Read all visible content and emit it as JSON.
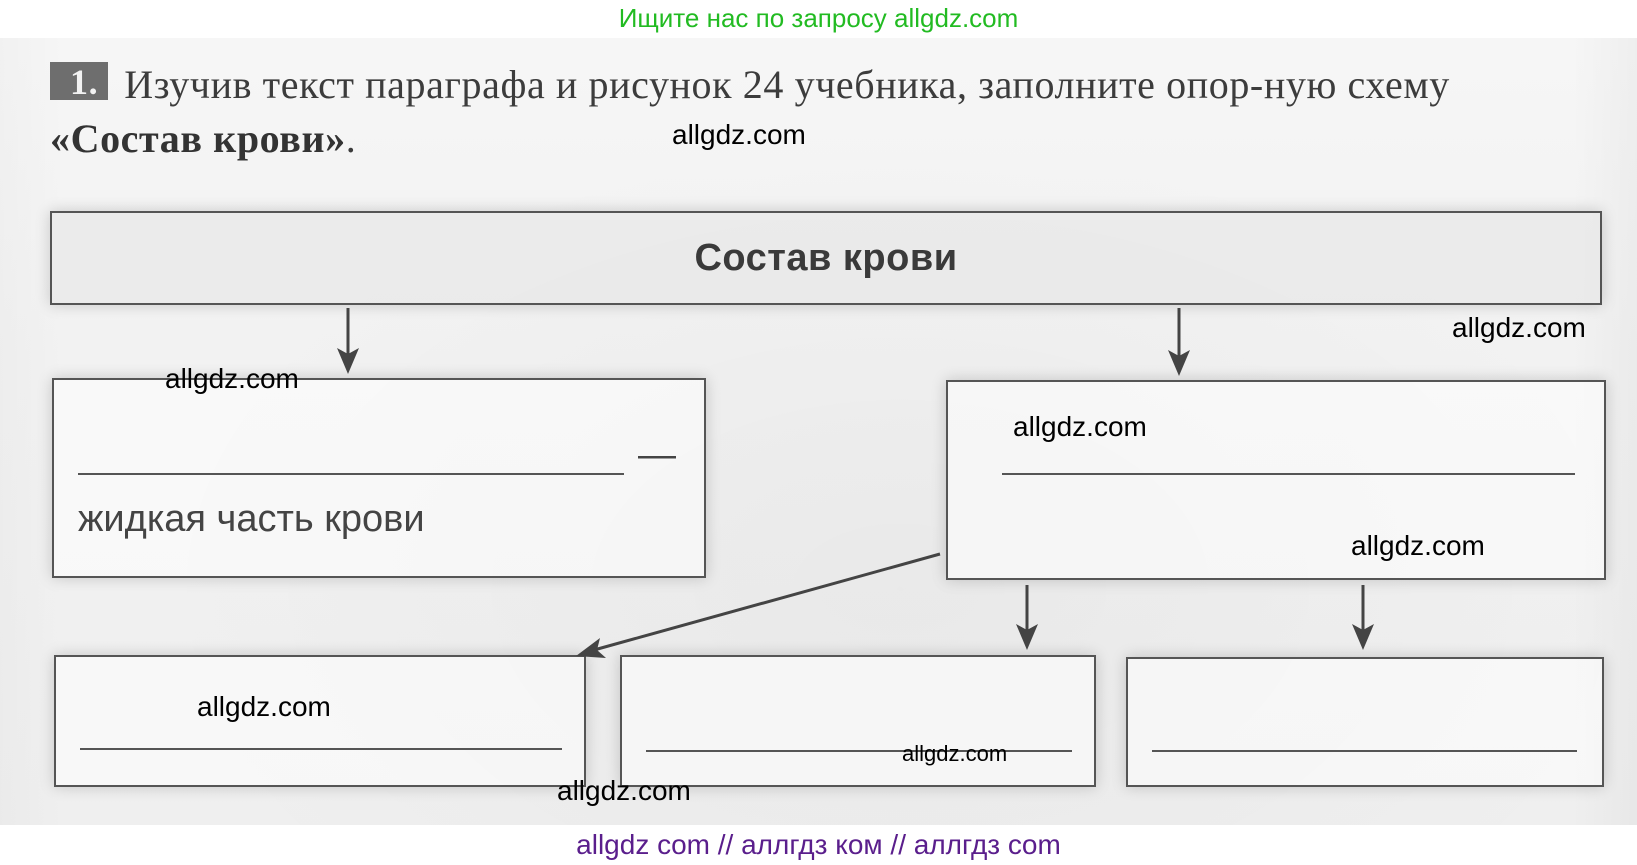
{
  "banners": {
    "top": "Ищите нас по запросу allgdz.com",
    "bottom": "allgdz com  //  аллгдз ком  //  аллгдз com"
  },
  "task": {
    "number": "1.",
    "text_part1": "Изучив текст параграфа и рисунок 24 учебника, заполните опор-ную схему ",
    "text_bold": "«Состав крови»",
    "text_end": "."
  },
  "diagram": {
    "title": "Состав крови",
    "left_box": {
      "blank": "",
      "dash": "—",
      "caption": "жидкая часть крови"
    },
    "right_box": {
      "blank": ""
    },
    "bottom_boxes": [
      {
        "blank": ""
      },
      {
        "blank": ""
      },
      {
        "blank": ""
      }
    ]
  },
  "watermarks": [
    "allgdz.com",
    "allgdz.com",
    "allgdz.com",
    "allgdz.com",
    "allgdz.com",
    "allgdz.com",
    "allgdz.com",
    "allgdz.com"
  ],
  "colors": {
    "top_banner": "#22bb22",
    "bottom_banner": "#5a1e8c",
    "badge": "#6e6e6e",
    "box_border": "#555555"
  }
}
